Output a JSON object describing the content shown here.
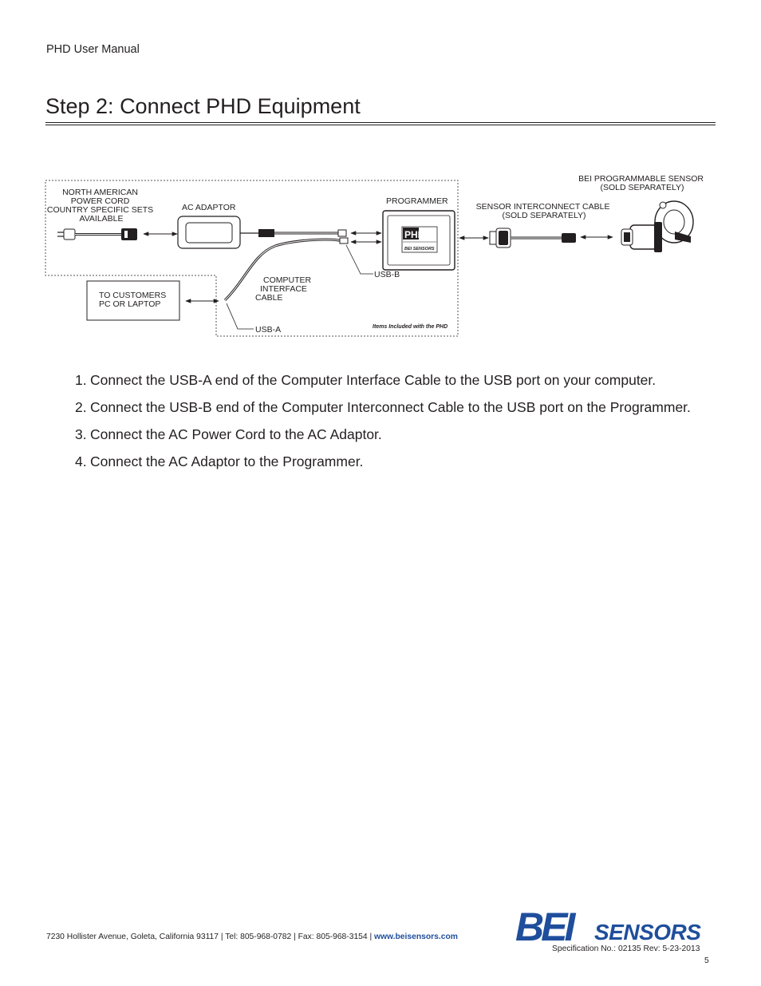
{
  "header": {
    "text": "PHD User Manual"
  },
  "title": "Step 2: Connect PHD Equipment",
  "diagram": {
    "labels": {
      "power_cord": [
        "NORTH AMERICAN",
        "POWER CORD",
        "COUNTRY SPECIFIC SETS",
        "AVAILABLE"
      ],
      "ac_adaptor": "AC ADAPTOR",
      "programmer": "PROGRAMMER",
      "sensor_cable": [
        "SENSOR INTERCONNECT CABLE",
        "(SOLD SEPARATELY)"
      ],
      "bei_sensor": [
        "BEI PROGRAMMABLE SENSOR",
        "(SOLD SEPARATELY)"
      ],
      "computer_cable": [
        "COMPUTER",
        "INTERFACE",
        "CABLE"
      ],
      "usb_b": "USB-B",
      "usb_a": "USB-A",
      "customers_pc": [
        "TO CUSTOMERS",
        "PC OR LAPTOP"
      ],
      "items_included": "Items Included with the PHD",
      "phd_box_logo": "PHD",
      "phd_box_brand": "BEI SENSORS"
    }
  },
  "steps": [
    {
      "num": "1.",
      "text": "Connect the USB-A end of the Computer Interface Cable to the USB port on your computer."
    },
    {
      "num": "2.",
      "text": "Connect the USB-B end of the Computer Interconnect Cable to the USB port on the Programmer."
    },
    {
      "num": "3.",
      "text": "Connect the AC Power Cord to the AC Adaptor."
    },
    {
      "num": "4.",
      "text": "Connect the AC Adaptor to the Programmer."
    }
  ],
  "footer": {
    "address": "7230 Hollister Avenue, Goleta, California 93117  |  Tel: 805-968-0782  | Fax: 805-968-3154  | ",
    "website": "www.beisensors.com",
    "logo_bei": "BEI",
    "logo_sensors": "SENSORS",
    "spec": "Specification No.:  02135   Rev: 5-23-2013",
    "page": "5"
  },
  "colors": {
    "text": "#231f20",
    "link": "#1f4e9c",
    "logo": "#1f4e9c"
  }
}
